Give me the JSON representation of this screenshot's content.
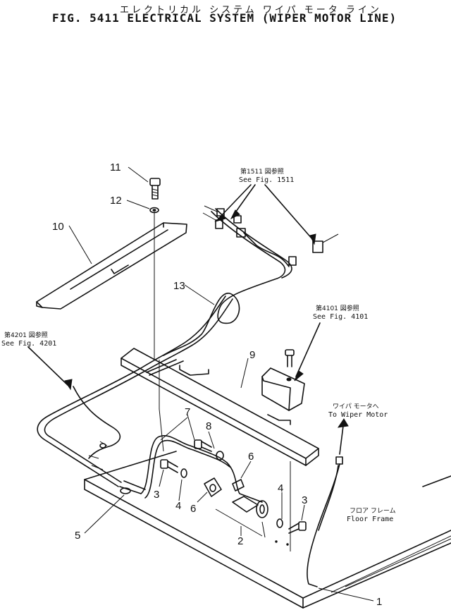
{
  "title": {
    "japanese": "エレクトリカル システム ワイパ モータ ライン",
    "english": "FIG. 5411  ELECTRICAL SYSTEM (WIPER MOTOR LINE)"
  },
  "callouts": {
    "fig1511_jp": "第1511 図参照",
    "fig1511_en": "See Fig. 1511",
    "fig4101_jp": "第4101 図参照",
    "fig4101_en": "See Fig. 4101",
    "fig4201_jp": "第4201 図参照",
    "fig4201_en": "See Fig. 4201",
    "wiper_jp": "ワイパ モータへ",
    "wiper_en": "To Wiper Motor",
    "frame_jp": "フロア フレーム",
    "frame_en": "Floor Frame"
  },
  "parts": {
    "p1": "1",
    "p2": "2",
    "p3a": "3",
    "p3b": "3",
    "p4a": "4",
    "p4b": "4",
    "p5": "5",
    "p6a": "6",
    "p6b": "6",
    "p7": "7",
    "p8": "8",
    "p9": "9",
    "p10": "10",
    "p11": "11",
    "p12": "12",
    "p13": "13"
  }
}
